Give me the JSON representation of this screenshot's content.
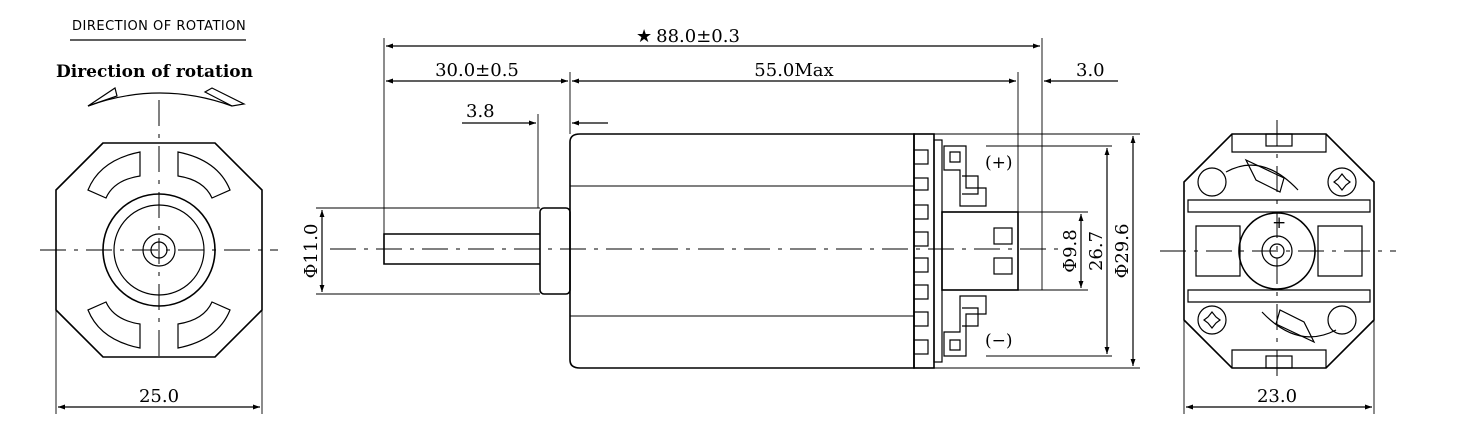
{
  "header": {
    "label": "DIRECTION OF ROTATION",
    "title": "Direction of rotation"
  },
  "dimensions": {
    "overall_length": "88.0±0.3",
    "overall_marker": "★",
    "shaft_length": "30.0±0.5",
    "body_length": "55.0Max",
    "terminal_length": "3.0",
    "boss_length": "3.8",
    "shaft_boss_diameter": "Φ11.0",
    "bearing_diameter": "Φ9.8",
    "terminal_span": "26.7",
    "body_diameter": "Φ29.6",
    "front_width": "25.0",
    "rear_width": "23.0"
  },
  "terminals": {
    "positive": "(+)",
    "negative": "(−)",
    "center_mark": "+"
  }
}
